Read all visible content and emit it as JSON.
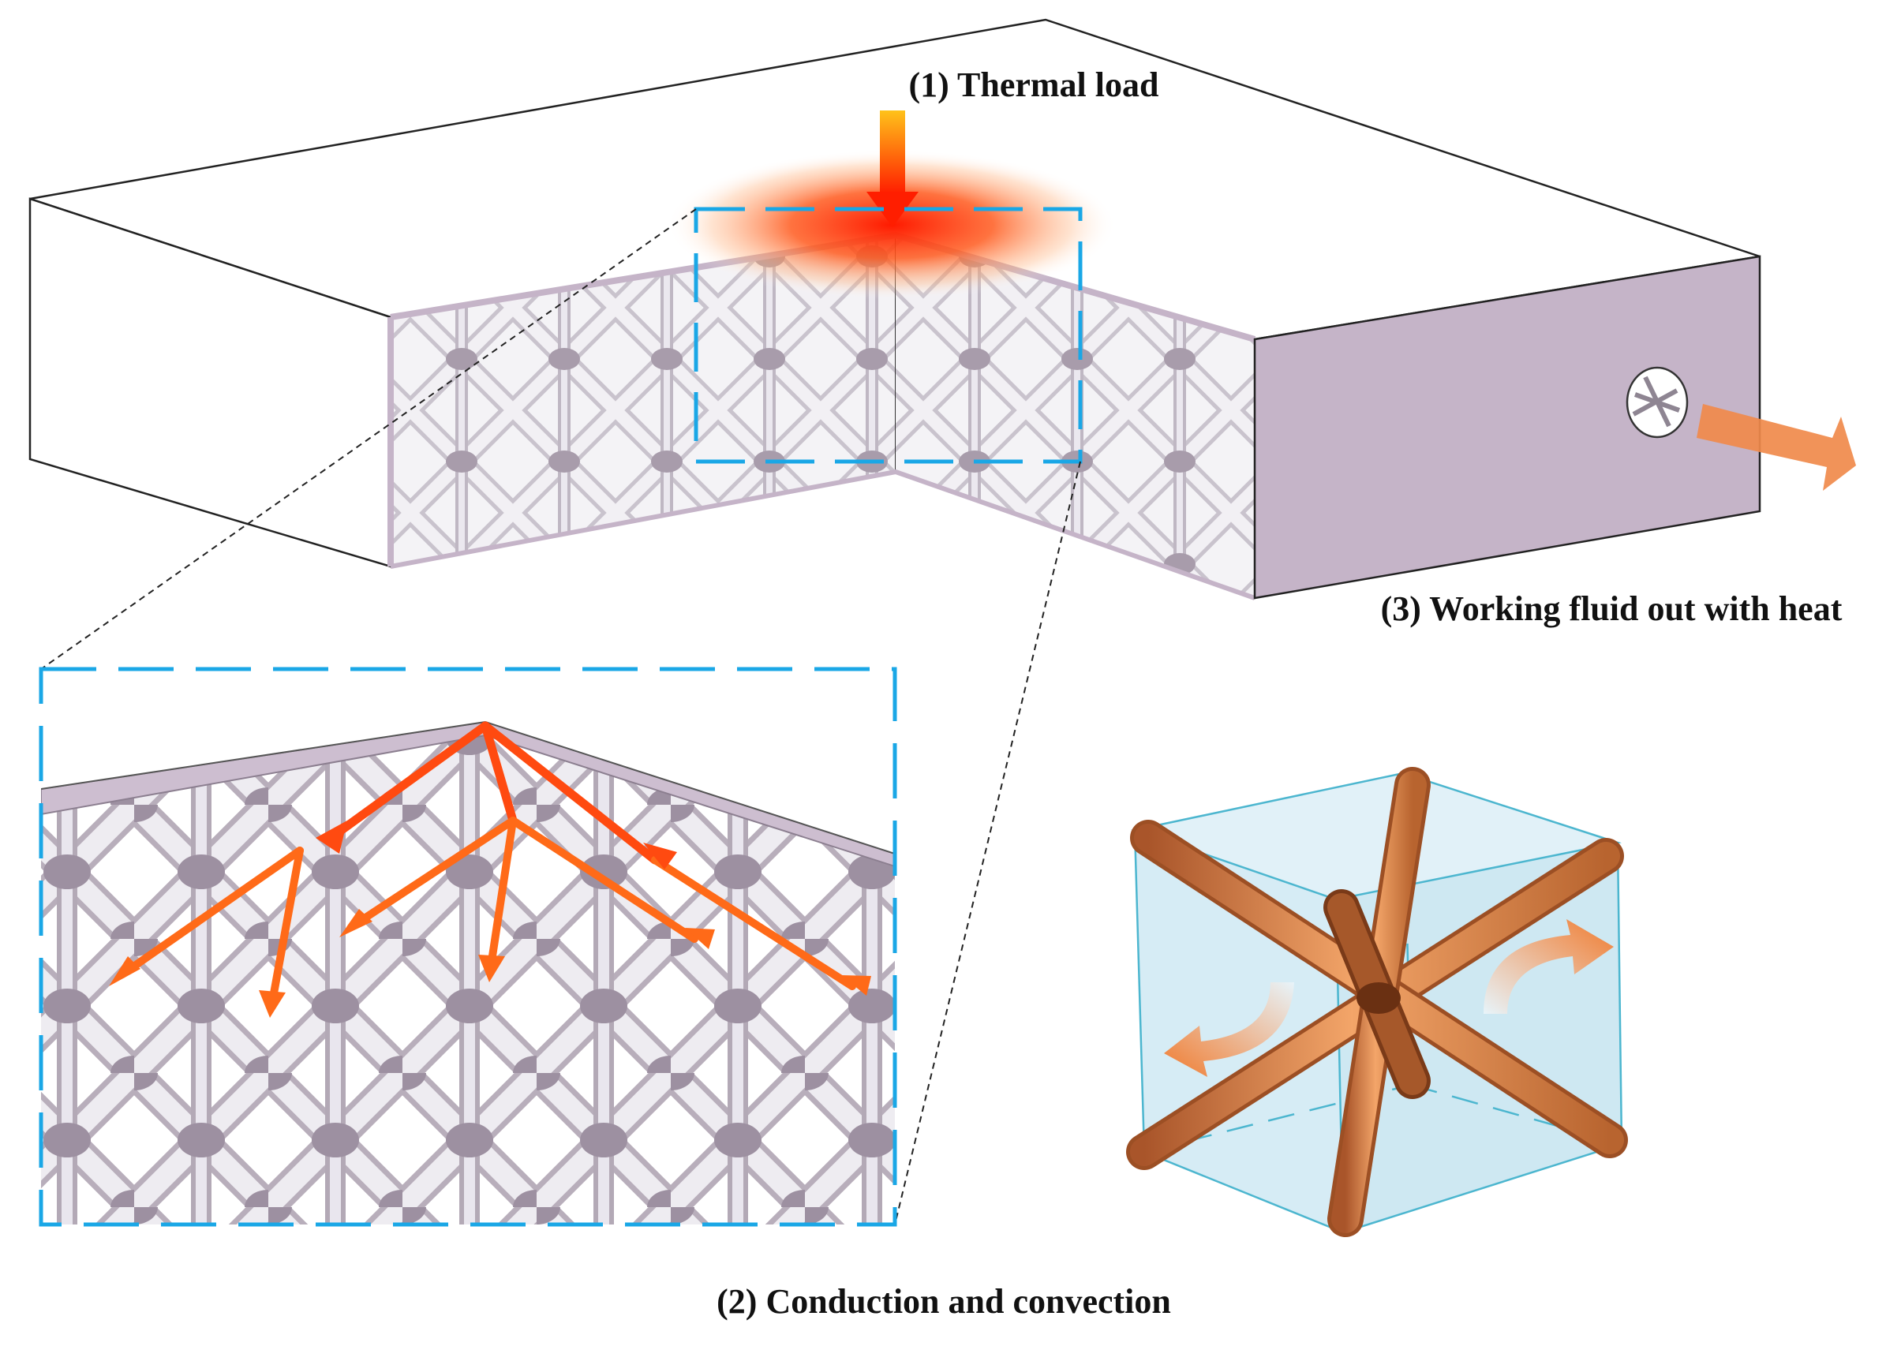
{
  "labels": {
    "thermal_load": "(1) Thermal load",
    "conduction": "(2) Conduction and convection",
    "working_fluid": "(3) Working fluid out with heat"
  },
  "colors": {
    "heat_hot": "#ff2a00",
    "heat_warm": "#ff8a3c",
    "flow_arrow": "#f08a4b",
    "conduction_arrow": "#ff5a14",
    "highlight_box": "#1aa7e6",
    "panel_side": "#c5b4c8",
    "lattice_strut": "#e9e6ee",
    "lattice_shadow": "#a89cab",
    "unit_cell_rod": "#d98140",
    "unit_cell_box": "#cfe9f3",
    "unit_cell_edge": "#4cb6cf"
  },
  "icons": [
    "heat-flux-arrow",
    "outlet-flow-arrow",
    "conduction-arrows",
    "rotation-arrows"
  ]
}
